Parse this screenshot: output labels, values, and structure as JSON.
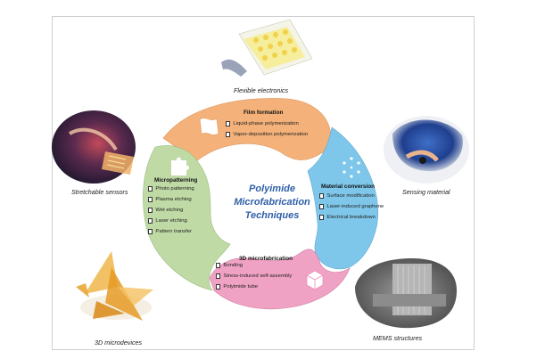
{
  "center": {
    "line1": "Polyimide",
    "line2": "Microfabrication",
    "line3": "Techniques"
  },
  "sections": {
    "film_formation": {
      "title": "Film formation",
      "items": [
        "Liquid-phase polymerization",
        "Vapor-deposition polymerization"
      ],
      "color": "#f4b27a",
      "icon": "film-sheet-icon"
    },
    "material_conversion": {
      "title": "Material conversion",
      "items": [
        "Surface modification",
        "Laser-induced graphene",
        "Electrical breakdown"
      ],
      "color": "#7fc7ea",
      "icon": "molecule-star-icon"
    },
    "microfabrication_3d": {
      "title": "3D microfabrication",
      "items": [
        "Bonding",
        "Stress-induced self-assembly",
        "Polyimide tube"
      ],
      "color": "#f0a2c4",
      "icon": "cube-icon"
    },
    "micropatterning": {
      "title": "Micropatterning",
      "items": [
        "Photo patterning",
        "Plasma etching",
        "Wet etching",
        "Laser etching",
        "Pattern transfer"
      ],
      "color": "#bfdaa5",
      "icon": "puzzle-piece-icon"
    }
  },
  "photos": {
    "flexible_electronics": "Flexible electronics",
    "stretchable_sensors": "Stretchable sensors",
    "sensing_material": "Sensing material",
    "microdevices_3d": "3D microdevices",
    "mems_structures": "MEMS structures"
  }
}
